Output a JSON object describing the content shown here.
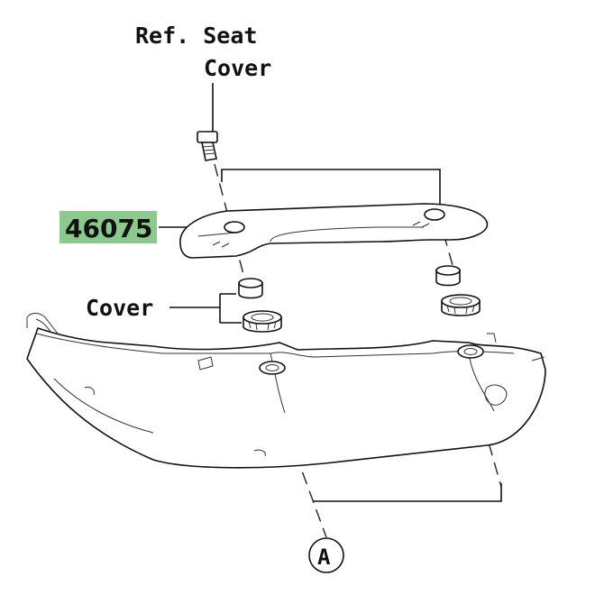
{
  "labels": {
    "ref_line1": "Ref. Seat",
    "ref_line2": "Cover",
    "part_number": "46075",
    "cover": "Cover",
    "view_ref": "A"
  },
  "colors": {
    "part_number_highlight": "#8cc98c",
    "line": "#111111",
    "background": "#ffffff"
  }
}
